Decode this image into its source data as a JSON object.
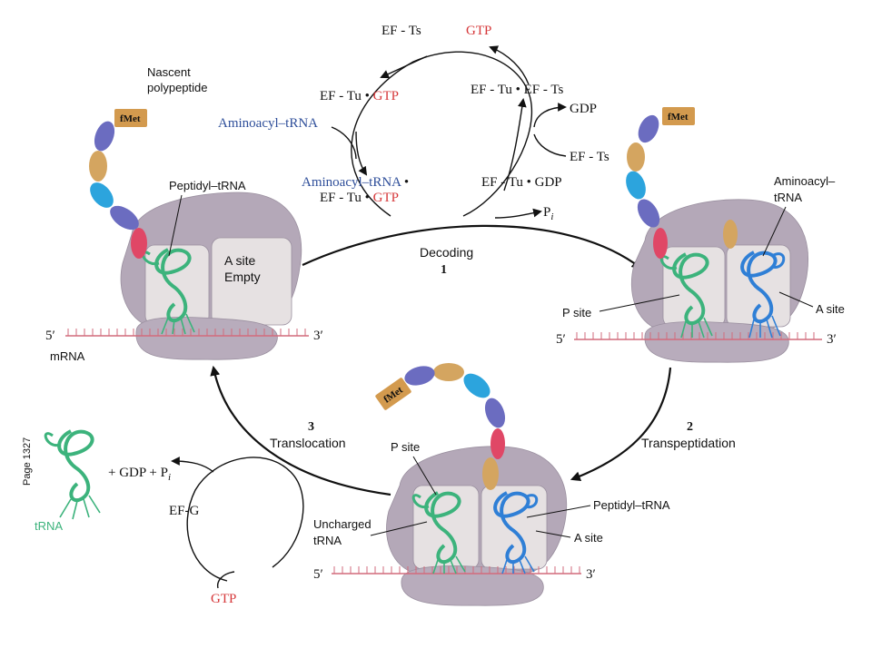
{
  "colors": {
    "ribosome_large": "#b4a8b8",
    "ribosome_small": "#b8acbc",
    "site_fill": "#e6e1e2",
    "mrna": "#d26b7c",
    "green_trna": "#3cb37c",
    "blue_trna": "#2f7fd6",
    "gtp_red": "#d6383a",
    "aminoacyl_blue": "#2f4f9a",
    "fmet_box": "#d39a4e",
    "bead_purple": "#6b6cc0",
    "bead_tan": "#d4a560",
    "bead_cyan": "#2ca4dd",
    "bead_pink": "#e04766"
  },
  "page_note": "Page 1327",
  "fmet": "fMet",
  "cycle": {
    "ef_ts_top": "EF - Ts",
    "gtp_top": "GTP",
    "ef_tu_gtp_prefix": "EF - Tu",
    "gtp": "GTP",
    "aminoacyl_trna": "Aminoacyl–tRNA",
    "ternary_line1": "Aminoacyl–tRNA",
    "ternary_line2_prefix": "EF - Tu",
    "ef_tu_ef_ts": "EF - Tu • EF - Ts",
    "gdp": "GDP",
    "ef_ts_right": "EF - Ts",
    "ef_tu_gdp": "EF - Tu • GDP",
    "pi": "P",
    "pi_sub": "i"
  },
  "steps": {
    "decoding_label": "Decoding",
    "decoding_num": "1",
    "transpeptidation_label": "Transpeptidation",
    "transpeptidation_num": "2",
    "translocation_label": "Translocation",
    "translocation_num": "3"
  },
  "ribosome1": {
    "nascent_line1": "Nascent",
    "nascent_line2": "polypeptide",
    "peptidyl_trna": "Peptidyl–tRNA",
    "a_site_line1": "A site",
    "a_site_line2": "Empty",
    "five_prime": "5′",
    "three_prime": "3′",
    "mrna": "mRNA"
  },
  "ribosome2": {
    "aminoacyl_line1": "Aminoacyl–",
    "aminoacyl_line2": "tRNA",
    "p_site": "P site",
    "a_site": "A site",
    "five_prime": "5′",
    "three_prime": "3′"
  },
  "ribosome3": {
    "p_site": "P site",
    "peptidyl_trna": "Peptidyl–tRNA",
    "uncharged_line1": "Uncharged",
    "uncharged_line2": "tRNA",
    "a_site": "A site",
    "five_prime": "5′",
    "three_prime": "3′"
  },
  "release": {
    "gdp_pi": "+ GDP + P",
    "pi_sub": "i",
    "ef_g": "EF-G",
    "gtp": "GTP",
    "trna": "tRNA"
  }
}
